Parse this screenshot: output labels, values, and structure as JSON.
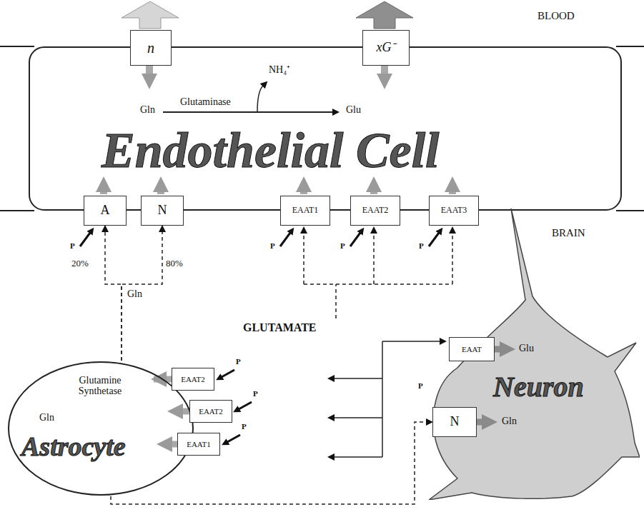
{
  "diagram": {
    "nodes": [
      {
        "text": [
          "Endothelial Cell"
        ]
      },
      {
        "text": [
          "n"
        ],
        "in": 0
      },
      {
        "text": [
          "xG⁻"
        ],
        "in": 0
      },
      {
        "text": [
          "A"
        ],
        "in": 0
      },
      {
        "text": [
          "N"
        ],
        "in": 0
      },
      {
        "text": [
          "EAAT1"
        ],
        "in": 0
      },
      {
        "text": [
          "EAAT2"
        ],
        "in": 0
      },
      {
        "text": [
          "EAAT3"
        ],
        "in": 0
      },
      {
        "text": [
          "Glutamine Synthetase",
          "Gln",
          "Astrocyte"
        ]
      },
      {
        "text": [
          "EAAT2"
        ],
        "in": 8
      },
      {
        "text": [
          "EAAT2"
        ],
        "in": 8
      },
      {
        "text": [
          "EAAT1"
        ],
        "in": 8
      },
      {
        "text": [
          "Neuron"
        ]
      },
      {
        "text": [
          "EAAT"
        ],
        "in": 12
      },
      {
        "text": [
          "N"
        ],
        "in": 12
      }
    ],
    "edges": [
      {
        "from": 8,
        "to": 3,
        "arrow": "to"
      },
      {
        "from": 8,
        "to": 4,
        "arrow": "to"
      },
      {
        "from": 8,
        "to": 14,
        "arrow": "to"
      }
    ],
    "labels": [
      "BLOOD",
      "Gln",
      "Glutaminase",
      "NH₄⁺",
      "Glu",
      "BRAIN",
      "P",
      "20%",
      "80%",
      "Gln",
      "P",
      "P",
      "P",
      "GLUTAMATE",
      "P",
      "P",
      "P",
      "P",
      "Glu",
      "Gln"
    ]
  }
}
